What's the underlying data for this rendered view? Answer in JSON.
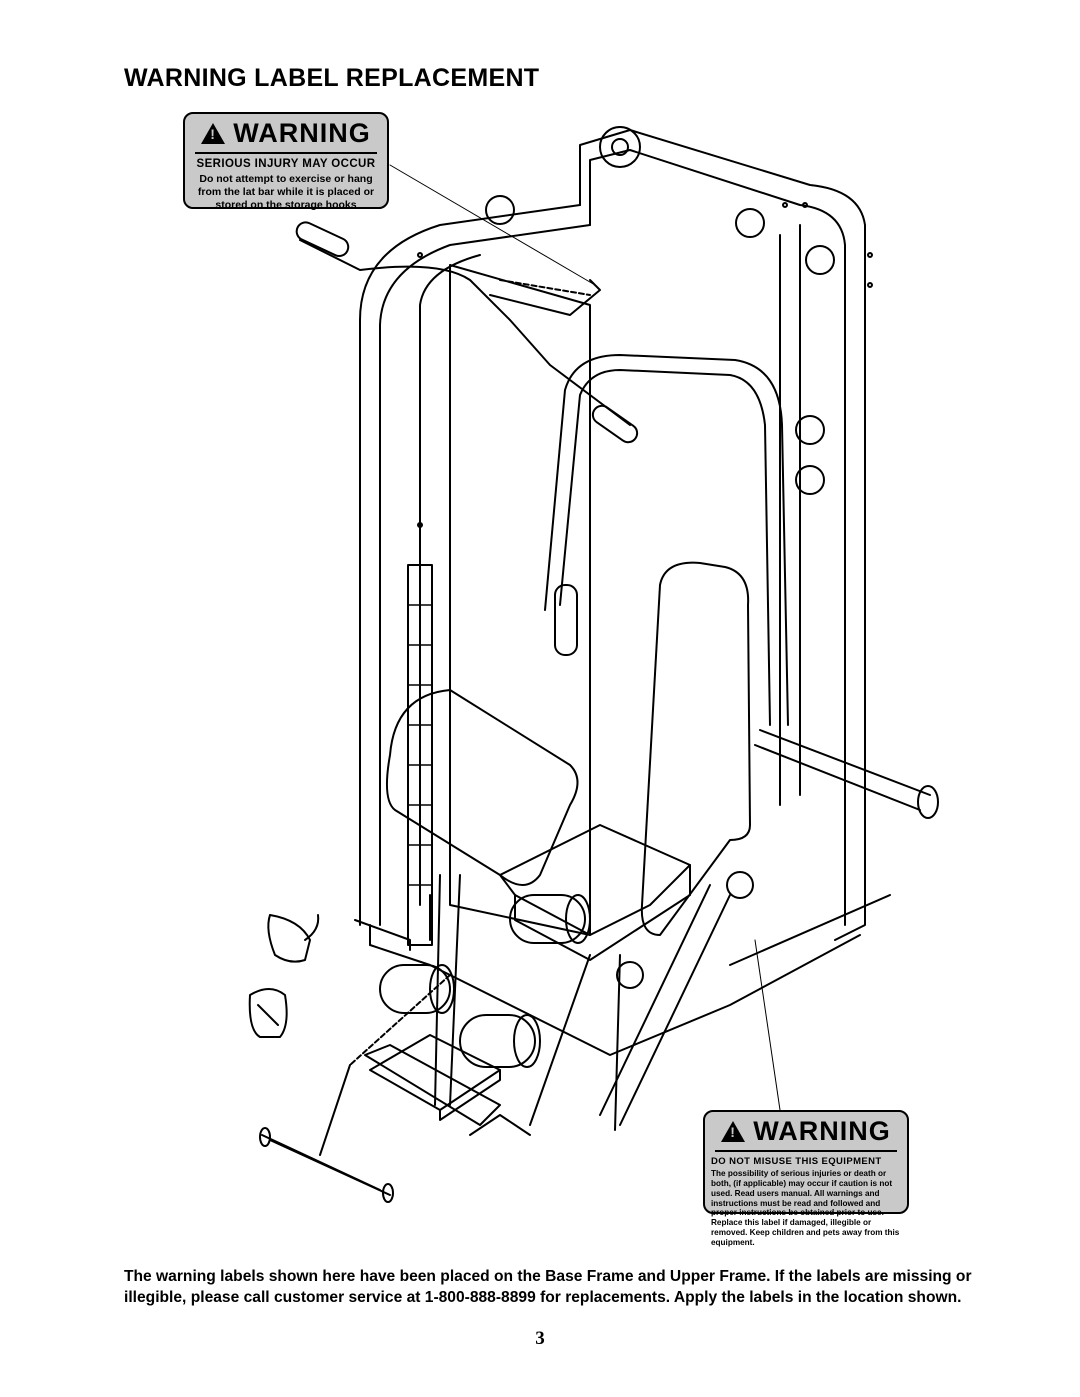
{
  "page": {
    "title": "WARNING LABEL REPLACEMENT",
    "page_number": "3"
  },
  "labels": {
    "top": {
      "heading": "WARNING",
      "subheading": "SERIOUS INJURY MAY OCCUR",
      "body": "Do not attempt to exercise or hang from the lat bar while it is placed or stored on the storage hooks"
    },
    "bottom": {
      "heading": "WARNING",
      "subheading": "DO NOT MISUSE THIS EQUIPMENT",
      "body": "The possibility of serious injuries or death or both, (if applicable) may occur if caution is not used. Read users manual. All warnings and instructions must be read and followed and proper instructions be obtained prior to use. Replace this label if damaged, illegible or removed. Keep children and pets away from this equipment."
    }
  },
  "caption": "The warning labels shown here have been placed on the Base Frame and Upper Frame.  If the labels are missing or illegible, please call customer service at 1-800-888-8899 for replacements.  Apply the labels in the location shown.",
  "colors": {
    "label_background": "#c9c9c9",
    "ink": "#000000"
  }
}
